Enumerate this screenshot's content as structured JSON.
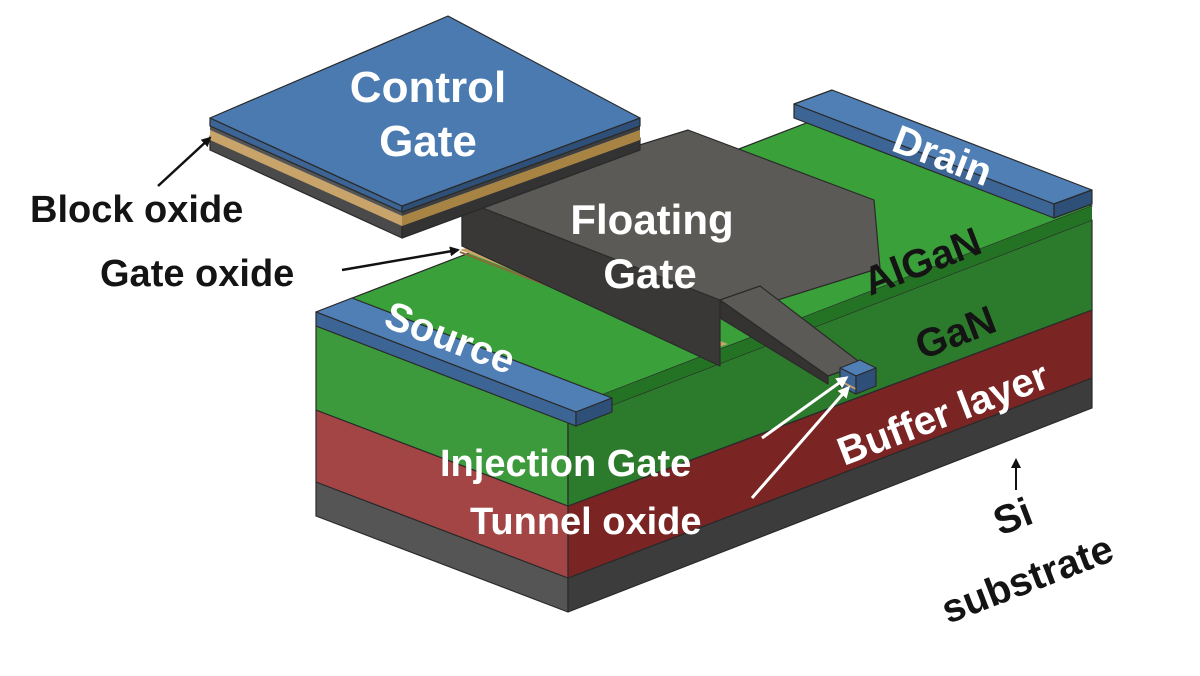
{
  "labels": {
    "control_gate_line1": "Control",
    "control_gate_line2": "Gate",
    "block_oxide": "Block oxide",
    "gate_oxide": "Gate oxide",
    "floating_gate_line1": "Floating",
    "floating_gate_line2": "Gate",
    "drain": "Drain",
    "source": "Source",
    "algan": "AlGaN",
    "gan": "GaN",
    "buffer_layer": "Buffer layer",
    "injection_gate": "Injection Gate",
    "tunnel_oxide": "Tunnel oxide",
    "si_line1": "Si",
    "si_line2": "substrate"
  },
  "colors": {
    "gate_blue": "#4a7ab0",
    "contact_blue": "#4a76aa",
    "algan_green": "#3aa33a",
    "gan_green": "#3d8f3d",
    "buffer_red": "#9e3e3e",
    "substrate_gray": "#5c5c5c",
    "floating_gate_gray": "#5a5855",
    "oxide_tan": "#c9a46a"
  }
}
